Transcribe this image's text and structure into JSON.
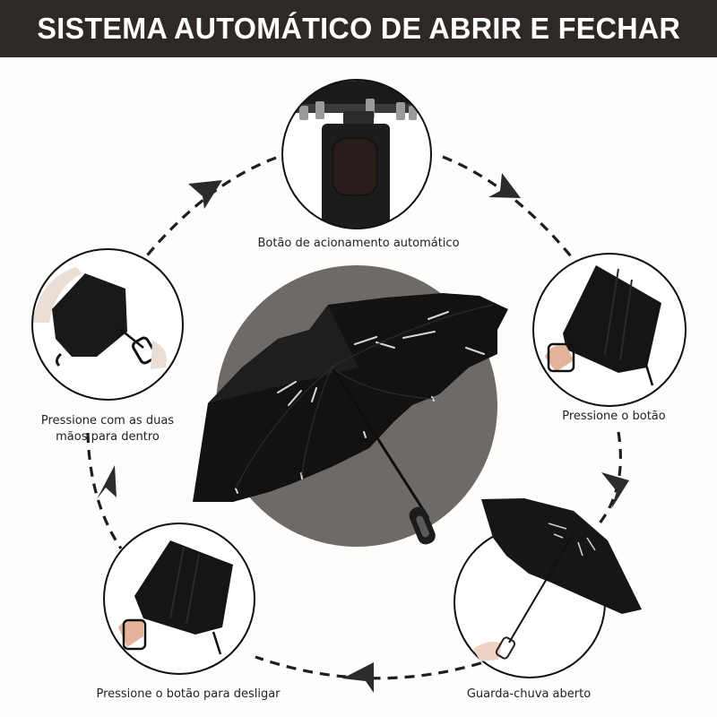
{
  "header": {
    "title": "SISTEMA AUTOMÁTICO DE ABRIR E FECHAR",
    "background": "#2e2826",
    "text_color": "#ffffff"
  },
  "center": {
    "image": "open-black-umbrella",
    "backdrop_color": "#6e6a68"
  },
  "steps": [
    {
      "id": "top",
      "image": "auto-button-handle-closeup",
      "label": "Botão de acionamento automático"
    },
    {
      "id": "right",
      "image": "hand-pressing-button-folded-umbrella",
      "label": "Pressione o botão"
    },
    {
      "id": "bottom-right",
      "image": "umbrella-opened",
      "label": "Guarda-chuva aberto"
    },
    {
      "id": "bottom-left",
      "image": "hand-pressing-button-to-close",
      "label": "Pressione o botão para desligar"
    },
    {
      "id": "left",
      "image": "two-hands-pushing-umbrella-closed",
      "label_line1": "Pressione com as duas",
      "label_line2": "mãos para dentro"
    }
  ],
  "flow": {
    "direction": "clockwise",
    "arrow_color": "#2b2b2b"
  }
}
